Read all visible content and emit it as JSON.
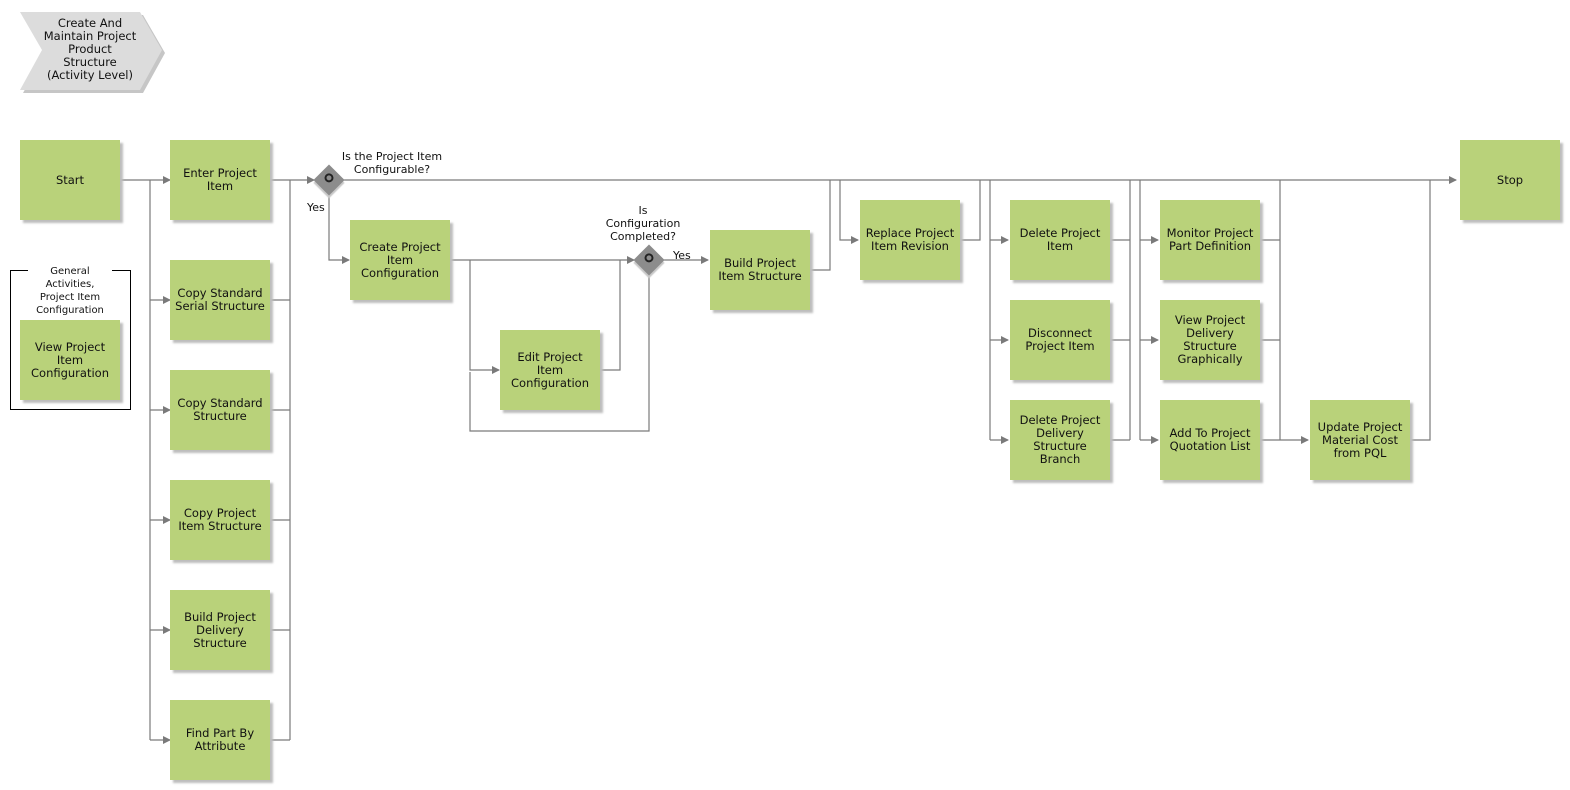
{
  "title": "Create And Maintain Project Product Structure (Activity Level)",
  "group_label": "General Activities, Project Item Configuration",
  "activities": {
    "start": "Start",
    "enter_project_item": "Enter Project Item",
    "copy_standard_serial_structure": "Copy Standard Serial Structure",
    "copy_standard_structure": "Copy Standard Structure",
    "copy_project_item_structure": "Copy Project Item Structure",
    "build_project_delivery_structure": "Build Project Delivery Structure",
    "find_part_by_attribute": "Find Part By Attribute",
    "view_project_item_configuration": "View Project Item Configuration",
    "create_project_item_configuration": "Create Project Item Configuration",
    "edit_project_item_configuration": "Edit Project Item Configuration",
    "build_project_item_structure": "Build Project Item Structure",
    "replace_project_item_revision": "Replace Project Item Revision",
    "delete_project_item": "Delete Project Item",
    "disconnect_project_item": "Disconnect Project Item",
    "delete_project_delivery_structure_branch": "Delete Project Delivery Structure Branch",
    "monitor_project_part_definition": "Monitor Project Part Definition",
    "view_project_delivery_structure_graphically": "View Project Delivery Structure Graphically",
    "add_to_project_quotation_list": "Add To Project Quotation List",
    "update_project_material_cost_from_pql": "Update Project Material Cost from PQL",
    "stop": "Stop"
  },
  "gateways": {
    "configurable_question": "Is the Project Item Configurable?",
    "configurable_yes": "Yes",
    "completed_question": "Is Configuration Completed?",
    "completed_yes": "Yes"
  },
  "colors": {
    "activity_fill": "#b9d27a",
    "connector": "#7a7a7a",
    "gateway": "#8c8c8c",
    "title_shape": "#dcdcdc"
  }
}
